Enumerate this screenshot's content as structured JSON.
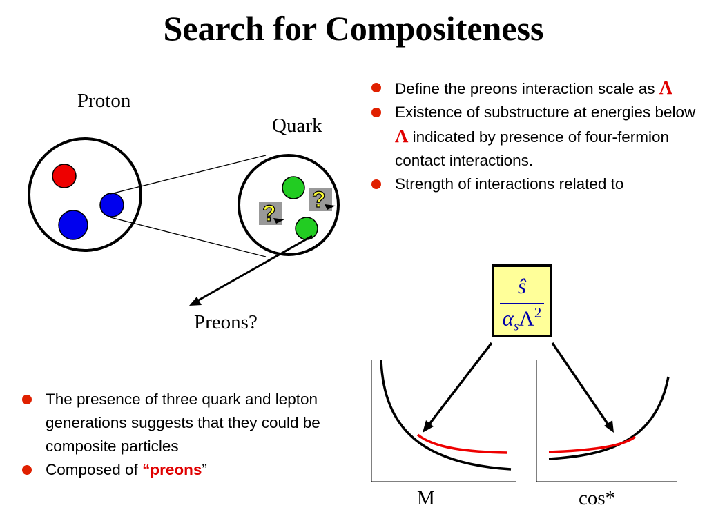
{
  "title": "Search for Compositeness",
  "labels": {
    "proton": "Proton",
    "quark": "Quark",
    "preons": "Preons?",
    "axis_m": "M",
    "axis_cos": "cos*"
  },
  "question_mark": "?",
  "right_bullets": [
    {
      "pre": "Define the preons  interaction scale as ",
      "symbol": "Λ",
      "post": ""
    },
    {
      "pre": "Existence of substructure at energies below ",
      "symbol": "Λ",
      "post": " indicated by presence of four-fermion contact interactions."
    },
    {
      "pre": "Strength of interactions related to",
      "symbol": "",
      "post": ""
    }
  ],
  "left_bullets": [
    {
      "pre": "The presence of three quark and lepton generations suggests that they could be composite particles",
      "emph": "",
      "post": ""
    },
    {
      "pre": "Composed of ",
      "emph": "“preons",
      "post": "”"
    }
  ],
  "formula": {
    "numerator": "ŝ",
    "alpha": "α",
    "alpha_sub": "s",
    "lambda": "Λ",
    "power": "2"
  },
  "colors": {
    "red_quark": "#ee0000",
    "blue_quark": "#0000ee",
    "green_preon": "#22cc22",
    "curve_highlight": "#ee0000",
    "bullet": "#e02000",
    "formula_bg": "#ffff99",
    "question_badge": "#ffff33"
  }
}
